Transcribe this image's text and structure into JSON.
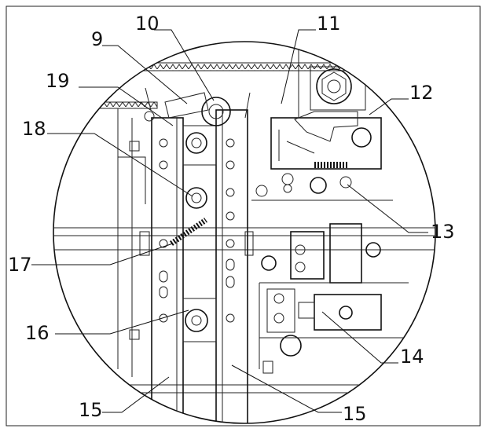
{
  "labels": [
    {
      "id": "9",
      "text": "9"
    },
    {
      "id": "10",
      "text": "10"
    },
    {
      "id": "11",
      "text": "11"
    },
    {
      "id": "12",
      "text": "12"
    },
    {
      "id": "13",
      "text": "13"
    },
    {
      "id": "14",
      "text": "14"
    },
    {
      "id": "15a",
      "text": "15"
    },
    {
      "id": "15b",
      "text": "15"
    },
    {
      "id": "16",
      "text": "16"
    },
    {
      "id": "17",
      "text": "17"
    },
    {
      "id": "18",
      "text": "18"
    },
    {
      "id": "19",
      "text": "19"
    }
  ],
  "colors": {
    "line": "#111111",
    "background": "#ffffff"
  }
}
